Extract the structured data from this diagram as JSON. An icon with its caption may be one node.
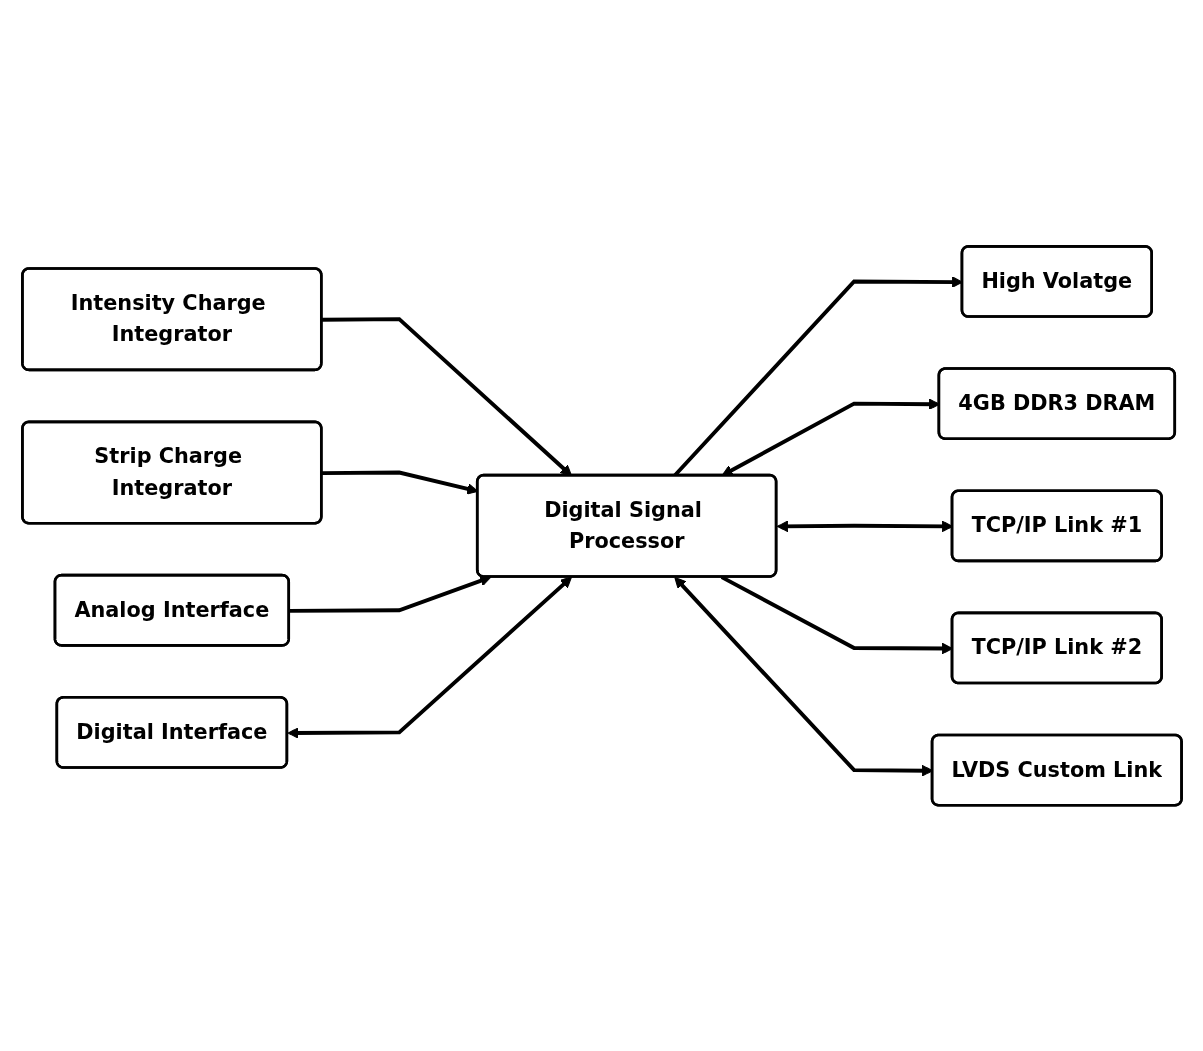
{
  "diagram": {
    "nodes": [
      {
        "text": [
          "Intensity Charge Integrator"
        ]
      },
      {
        "text": [
          "Strip Charge Integrator"
        ]
      },
      {
        "text": [
          "Analog Interface"
        ]
      },
      {
        "text": [
          "Digital Interface"
        ]
      },
      {
        "text": [
          "High Volatge"
        ]
      },
      {
        "text": [
          "Digital Signal Processor"
        ]
      },
      {
        "text": [
          "4GB DDR3 DRAM"
        ]
      },
      {
        "text": [
          "TCP/IP Link #1"
        ]
      },
      {
        "text": [
          "TCP/IP Link #2"
        ]
      },
      {
        "text": [
          "LVDS Custom Link"
        ]
      }
    ],
    "edges": [
      {
        "from": 0,
        "to": 5,
        "arrow": "to"
      },
      {
        "from": 1,
        "to": 5,
        "arrow": "to"
      },
      {
        "from": 2,
        "to": 5,
        "arrow": "to"
      },
      {
        "from": 3,
        "to": 5,
        "arrow": "both"
      },
      {
        "from": 5,
        "to": 4,
        "arrow": "to"
      },
      {
        "from": 5,
        "to": 6,
        "arrow": "both"
      },
      {
        "from": 5,
        "to": 7,
        "arrow": "both"
      },
      {
        "from": 5,
        "to": 8,
        "arrow": "to"
      },
      {
        "from": 5,
        "to": 9,
        "arrow": "both"
      }
    ]
  }
}
